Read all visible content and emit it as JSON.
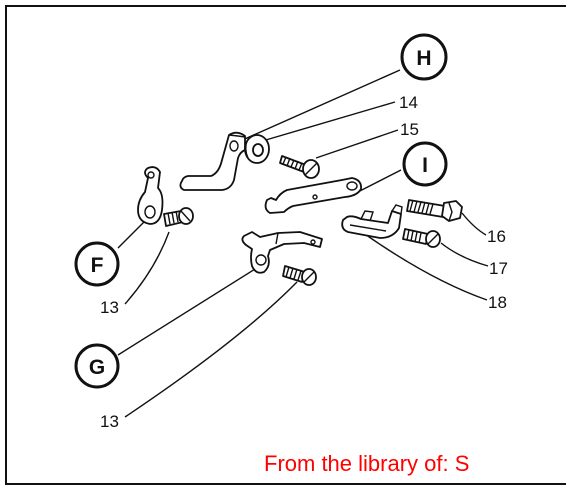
{
  "callouts": {
    "h": "H",
    "i": "I",
    "f": "F",
    "g": "G"
  },
  "part_numbers": {
    "p14": "14",
    "p15": "15",
    "p16": "16",
    "p17": "17",
    "p18": "18",
    "p13_upper": "13",
    "p13_lower": "13"
  },
  "watermark": {
    "text": "From the library of: S"
  },
  "colors": {
    "line": "#111111",
    "background": "#ffffff",
    "watermark": "#ff0000"
  }
}
